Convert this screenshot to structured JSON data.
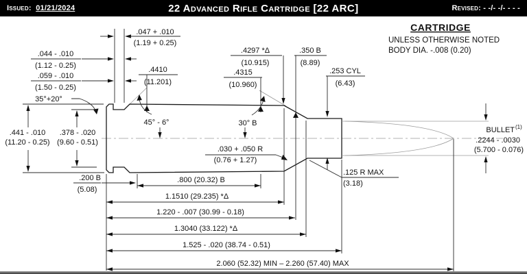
{
  "header": {
    "issued_label": "Issued:",
    "issued_date": "01/21/2024",
    "title": "22 Advanced Rifle Cartridge [22 ARC]",
    "revised_label": "Revised:",
    "revised_value": "- -/- -/- - - -"
  },
  "notes": {
    "title": "CARTRIDGE",
    "line1": "UNLESS OTHERWISE NOTED",
    "line2": "BODY DIA. -.008 (0.20)"
  },
  "dims": {
    "d047": {
      "in": ".047 + .010",
      "mm": "(1.19 + 0.25)"
    },
    "d044": {
      "in": ".044 - .010",
      "mm": "(1.12 - 0.25)"
    },
    "d059": {
      "in": ".059 - .010",
      "mm": "(1.50 - 0.25)"
    },
    "a35": {
      "in": "35°+20°"
    },
    "d441": {
      "in": ".441 - .010",
      "mm": "(11.20 - 0.25)"
    },
    "d378": {
      "in": ".378 - .020",
      "mm": "(9.60 - 0.51)"
    },
    "d4410": {
      "in": ".4410",
      "mm": "(11.201)"
    },
    "d4315": {
      "in": ".4315",
      "mm": "(10.960)"
    },
    "d4297": {
      "in": ".4297 *Δ",
      "mm": "(10.915)"
    },
    "d350": {
      "in": ".350 B",
      "mm": "(8.89)"
    },
    "d253": {
      "in": ".253 CYL",
      "mm": "(6.43)"
    },
    "a45": {
      "in": "45° - 6°"
    },
    "a30": {
      "in": "30° B"
    },
    "r030": {
      "in": ".030 + .050 R",
      "mm": "(0.76 + 1.27)"
    },
    "r125": {
      "in": ".125 R MAX",
      "mm": "(3.18)"
    },
    "d200": {
      "in": ".200 B",
      "mm": "(5.08)"
    },
    "bullet": {
      "label": "BULLET",
      "note_ref": "(1)",
      "in": ".2244 - .0030",
      "mm": "(5.700 - 0.076)"
    },
    "len800": {
      "text": ".800 (20.32) B"
    },
    "len1151": {
      "text": "1.1510 (29.235) *Δ"
    },
    "len1220": {
      "text": "1.220 - .007 (30.99 - 0.18)"
    },
    "len1304": {
      "text": "1.3040 (33.122) *Δ"
    },
    "len1525": {
      "text": "1.525 - .020 (38.74 - 0.51)"
    },
    "oal": {
      "text": "2.060 (52.32) MIN – 2.260 (57.40) MAX"
    }
  },
  "colors": {
    "line": "#1a1a1a",
    "thin_line": "#9a9a9a",
    "header_bg": "#000000",
    "header_fg": "#ffffff"
  }
}
